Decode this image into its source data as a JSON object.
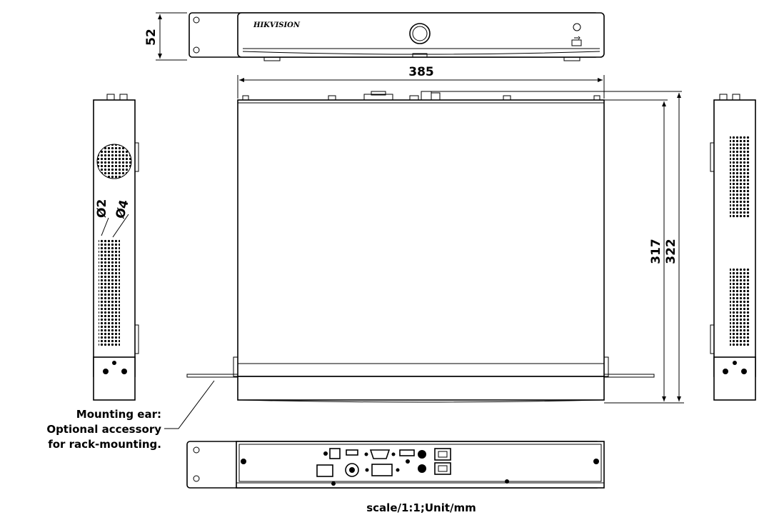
{
  "brand": "HIKVISION",
  "dimensions": {
    "height": "52",
    "width": "385",
    "depth_inner": "317",
    "depth_outer": "322",
    "hole_small": "Ø2",
    "hole_large": "Ø4"
  },
  "note": {
    "line1": "Mounting ear:",
    "line2": "Optional accessory",
    "line3": "for rack-mounting."
  },
  "scale_text": "scale/1:1;Unit/mm",
  "icons": [
    "power-button-icon",
    "usb-icon",
    "vent-grille-icon",
    "ethernet-port-icon",
    "vga-port-icon",
    "hdmi-port-icon",
    "power-switch-icon"
  ]
}
